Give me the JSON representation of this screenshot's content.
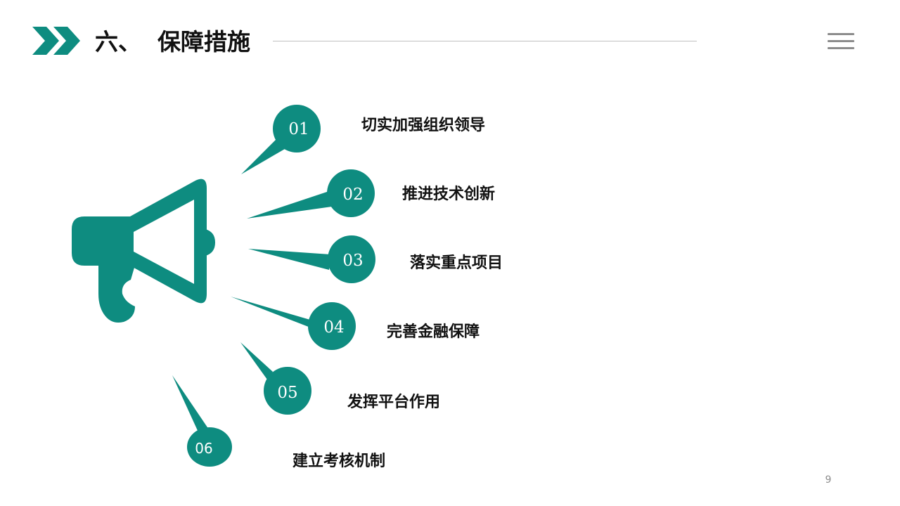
{
  "header": {
    "title": "六、  保障措施"
  },
  "measures": [
    {
      "number": "01",
      "label": "切实加强组织领导"
    },
    {
      "number": "02",
      "label": "推进技术创新"
    },
    {
      "number": "03",
      "label": "落实重点项目"
    },
    {
      "number": "04",
      "label": "完善金融保障"
    },
    {
      "number": "05",
      "label": "发挥平台作用"
    },
    {
      "number": "06",
      "label": "建立考核机制"
    }
  ],
  "footer": {
    "page_number": "9"
  },
  "icons": {
    "header": "double-chevron-right-icon",
    "menu": "hamburger-menu-icon",
    "illustration": "megaphone-icon"
  },
  "colors": {
    "accent": "#0e8c80",
    "text": "#111111",
    "rule": "#bfbfbf",
    "muted": "#8c8c8c"
  }
}
